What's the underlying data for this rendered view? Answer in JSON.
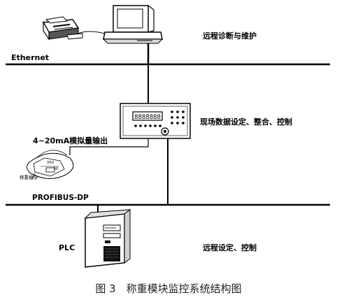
{
  "labels": {
    "remote_maintenance": "远程诊断与维护",
    "ethernet": "Ethernet",
    "field_control": "现场数据设定、整合、控制",
    "analog_output": "4~20mA模拟量输出",
    "weigh_module": "称重模块",
    "profibus": "PROFIBUS-DP",
    "plc": "PLC",
    "remote_control": "远程设定、控制",
    "caption": "图 3　称重模块监控系统结构图"
  },
  "device_display": "8888888",
  "load_cell_marks": {
    "top": "350",
    "bottom": "50"
  }
}
